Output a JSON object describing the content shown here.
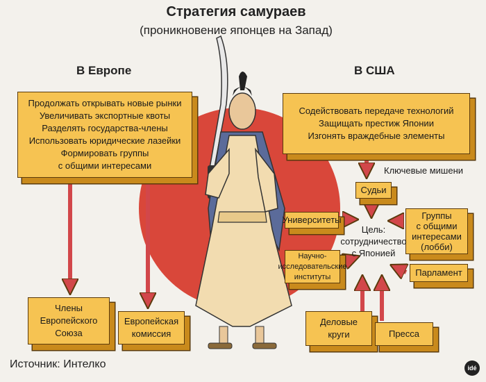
{
  "title": "Стратегия самураев",
  "subtitle": "(проникновение японцев на Запад)",
  "europe": {
    "heading": "В Европе",
    "strategies": [
      "Продолжать открывать новые рынки",
      "Увеличивать экспортные квоты",
      "Разделять государства-члены",
      "Использовать юридические лазейки",
      "Формировать группы",
      "с общими интересами"
    ],
    "targets": [
      [
        "Члены",
        "Европейского",
        "Союза"
      ],
      [
        "Европейская",
        "комиссия"
      ]
    ]
  },
  "usa": {
    "heading": "В США",
    "strategies": [
      "Содействовать передаче технологий",
      "Защищать престиж Японии",
      "Изгонять враждебные элементы"
    ],
    "key_targets_label": "Ключевые мишени",
    "goal": [
      "Цель:",
      "сотрудничество",
      "с Японией"
    ],
    "targets": {
      "judges": "Судьи",
      "universities": "Университеты",
      "institutes": [
        "Научно-",
        "исследовательские",
        "институты"
      ],
      "lobby": [
        "Группы",
        "с общими",
        "интересами",
        "(лобби)"
      ],
      "parliament": "Парламент",
      "business": [
        "Деловые",
        "круги"
      ],
      "press": "Пресса"
    }
  },
  "source": "Источник: Интелко",
  "logo": "idé",
  "colors": {
    "box_fill": "#f6c352",
    "box_shadow": "#c98a1c",
    "arrow": "#d2474a",
    "sun": "#d9473a",
    "background": "#f3f1ec"
  }
}
